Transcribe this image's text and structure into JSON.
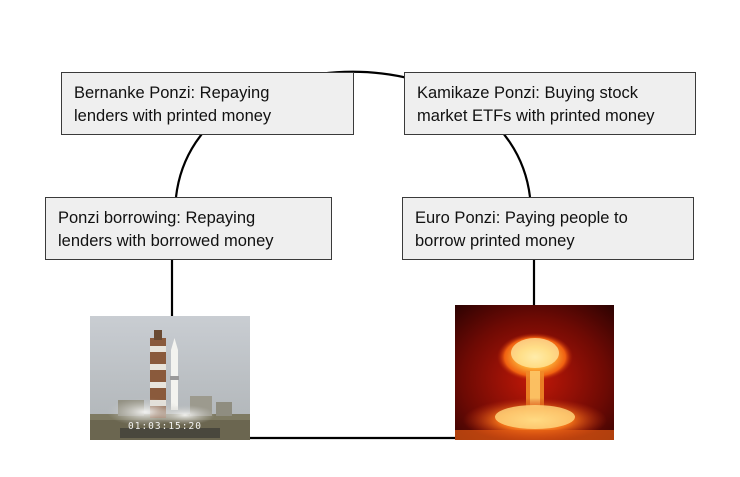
{
  "boxes": {
    "bernanke": {
      "line1": "Bernanke Ponzi: Repaying",
      "line2": "lenders with printed money"
    },
    "kamikaze": {
      "line1": "Kamikaze Ponzi: Buying stock",
      "line2": "market ETFs with printed money"
    },
    "ponzi": {
      "line1": "Ponzi borrowing: Repaying",
      "line2": "lenders with borrowed money"
    },
    "euro": {
      "line1": "Euro Ponzi: Paying people to",
      "line2": "borrow printed money"
    }
  },
  "photos": {
    "rocket": {
      "subject": "rocket-launch-photo",
      "timecode": "01:03:15:20"
    },
    "nuke": {
      "subject": "nuclear-explosion-photo"
    }
  },
  "colors": {
    "box_fill": "#efefef",
    "line": "#000000"
  }
}
